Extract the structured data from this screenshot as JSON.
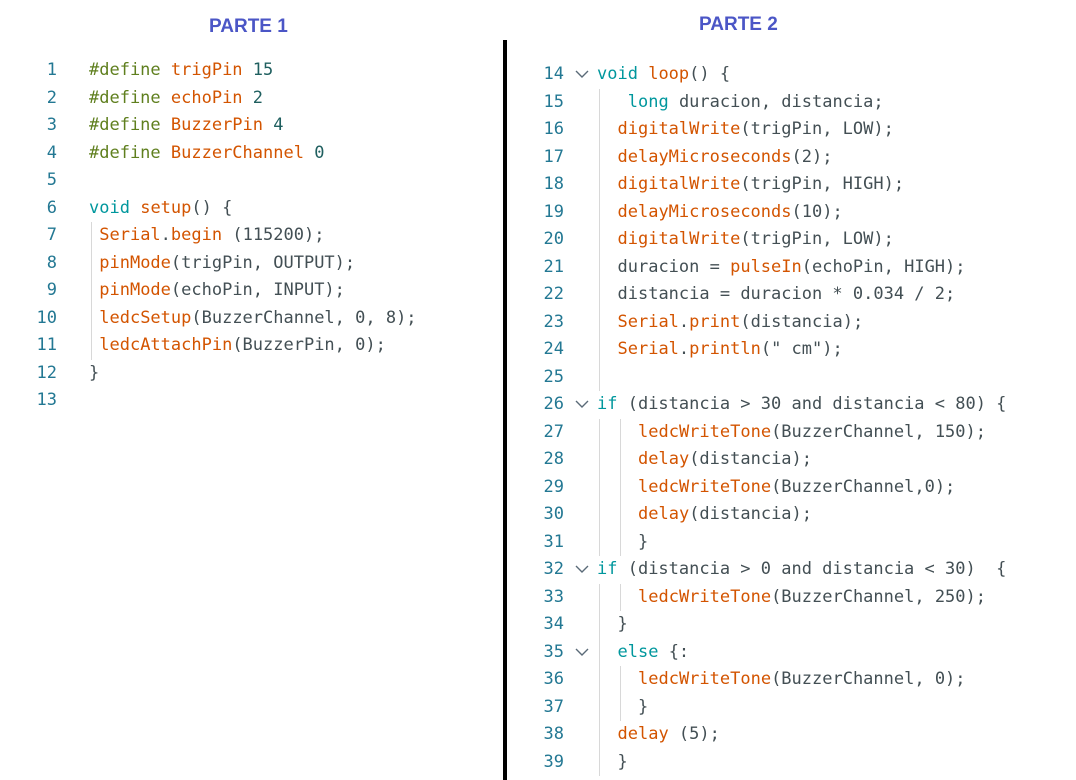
{
  "titles": {
    "part1": "PARTE 1",
    "part2": "PARTE 2"
  },
  "colors": {
    "title": "#4b56c6",
    "line_number": "#237893",
    "directive": "#5f7f1e",
    "function": "#d35400",
    "number": "#1f5f5f",
    "keyword": "#00979d",
    "plain": "#434f54",
    "divider": "#000000"
  },
  "fold_icon": "chevron-down-icon",
  "part1_lines": [
    {
      "n": "1",
      "indent": 0,
      "guides": 0,
      "tokens": [
        [
          "#define ",
          "dir"
        ],
        [
          "trigPin",
          "orange"
        ],
        [
          " 15",
          "num"
        ]
      ]
    },
    {
      "n": "2",
      "indent": 0,
      "guides": 0,
      "tokens": [
        [
          "#define ",
          "dir"
        ],
        [
          "echoPin",
          "orange"
        ],
        [
          " 2",
          "num"
        ]
      ]
    },
    {
      "n": "3",
      "indent": 0,
      "guides": 0,
      "tokens": [
        [
          "#define ",
          "dir"
        ],
        [
          "BuzzerPin",
          "orange"
        ],
        [
          " 4",
          "num"
        ]
      ]
    },
    {
      "n": "4",
      "indent": 0,
      "guides": 0,
      "tokens": [
        [
          "#define ",
          "dir"
        ],
        [
          "BuzzerChannel",
          "orange"
        ],
        [
          " 0",
          "num"
        ]
      ]
    },
    {
      "n": "5",
      "indent": 0,
      "guides": 0,
      "tokens": []
    },
    {
      "n": "6",
      "indent": 0,
      "guides": 0,
      "tokens": [
        [
          "void",
          "kw"
        ],
        [
          " ",
          "plain"
        ],
        [
          "setup",
          "orange"
        ],
        [
          "() {",
          "plain"
        ]
      ]
    },
    {
      "n": "7",
      "indent": 1,
      "guides": 1,
      "tokens": [
        [
          "Serial",
          "orange"
        ],
        [
          ".",
          "plain"
        ],
        [
          "begin",
          "orange"
        ],
        [
          " (115200);",
          "plain"
        ]
      ]
    },
    {
      "n": "8",
      "indent": 1,
      "guides": 1,
      "tokens": [
        [
          "pinMode",
          "orange"
        ],
        [
          "(trigPin, OUTPUT);",
          "plain"
        ]
      ]
    },
    {
      "n": "9",
      "indent": 1,
      "guides": 1,
      "tokens": [
        [
          "pinMode",
          "orange"
        ],
        [
          "(echoPin, INPUT);",
          "plain"
        ]
      ]
    },
    {
      "n": "10",
      "indent": 1,
      "guides": 1,
      "tokens": [
        [
          "ledcSetup",
          "orange"
        ],
        [
          "(BuzzerChannel, 0, 8);",
          "plain"
        ]
      ]
    },
    {
      "n": "11",
      "indent": 1,
      "guides": 1,
      "tokens": [
        [
          "ledcAttachPin",
          "orange"
        ],
        [
          "(BuzzerPin, 0);",
          "plain"
        ]
      ]
    },
    {
      "n": "12",
      "indent": 0,
      "guides": 0,
      "tokens": [
        [
          "}",
          "plain"
        ]
      ]
    },
    {
      "n": "13",
      "indent": 0,
      "guides": 0,
      "tokens": []
    }
  ],
  "part2_lines": [
    {
      "n": "14",
      "fold": true,
      "indent": 0,
      "guides": 0,
      "tokens": [
        [
          "void",
          "kw"
        ],
        [
          " ",
          "plain"
        ],
        [
          "loop",
          "orange"
        ],
        [
          "() {",
          "plain"
        ]
      ]
    },
    {
      "n": "15",
      "fold": false,
      "indent": 3,
      "guides": 1,
      "tokens": [
        [
          "long",
          "kw"
        ],
        [
          " duracion, distancia;",
          "plain"
        ]
      ]
    },
    {
      "n": "16",
      "fold": false,
      "indent": 2,
      "guides": 1,
      "tokens": [
        [
          "digitalWrite",
          "orange"
        ],
        [
          "(trigPin, LOW);",
          "plain"
        ]
      ]
    },
    {
      "n": "17",
      "fold": false,
      "indent": 2,
      "guides": 1,
      "tokens": [
        [
          "delayMicroseconds",
          "orange"
        ],
        [
          "(2);",
          "plain"
        ]
      ]
    },
    {
      "n": "18",
      "fold": false,
      "indent": 2,
      "guides": 1,
      "tokens": [
        [
          "digitalWrite",
          "orange"
        ],
        [
          "(trigPin, HIGH);",
          "plain"
        ]
      ]
    },
    {
      "n": "19",
      "fold": false,
      "indent": 2,
      "guides": 1,
      "tokens": [
        [
          "delayMicroseconds",
          "orange"
        ],
        [
          "(10);",
          "plain"
        ]
      ]
    },
    {
      "n": "20",
      "fold": false,
      "indent": 2,
      "guides": 1,
      "tokens": [
        [
          "digitalWrite",
          "orange"
        ],
        [
          "(trigPin, LOW);",
          "plain"
        ]
      ]
    },
    {
      "n": "21",
      "fold": false,
      "indent": 2,
      "guides": 1,
      "tokens": [
        [
          "duracion = ",
          "plain"
        ],
        [
          "pulseIn",
          "orange"
        ],
        [
          "(echoPin, HIGH);",
          "plain"
        ]
      ]
    },
    {
      "n": "22",
      "fold": false,
      "indent": 2,
      "guides": 1,
      "tokens": [
        [
          "distancia = duracion * 0.034 / 2;",
          "plain"
        ]
      ]
    },
    {
      "n": "23",
      "fold": false,
      "indent": 2,
      "guides": 1,
      "tokens": [
        [
          "Serial",
          "orange"
        ],
        [
          ".",
          "plain"
        ],
        [
          "print",
          "orange"
        ],
        [
          "(distancia);",
          "plain"
        ]
      ]
    },
    {
      "n": "24",
      "fold": false,
      "indent": 2,
      "guides": 1,
      "tokens": [
        [
          "Serial",
          "orange"
        ],
        [
          ".",
          "plain"
        ],
        [
          "println",
          "orange"
        ],
        [
          "(\" cm\");",
          "plain"
        ]
      ]
    },
    {
      "n": "25",
      "fold": false,
      "indent": 0,
      "guides": 1,
      "tokens": []
    },
    {
      "n": "26",
      "fold": true,
      "indent": 0,
      "guides": 0,
      "tokens": [
        [
          "if",
          "kw"
        ],
        [
          " (distancia > 30 and distancia < 80) {",
          "plain"
        ]
      ]
    },
    {
      "n": "27",
      "fold": false,
      "indent": 4,
      "guides": 2,
      "tokens": [
        [
          "ledcWriteTone",
          "orange"
        ],
        [
          "(BuzzerChannel, 150);",
          "plain"
        ]
      ]
    },
    {
      "n": "28",
      "fold": false,
      "indent": 4,
      "guides": 2,
      "tokens": [
        [
          "delay",
          "orange"
        ],
        [
          "(distancia);",
          "plain"
        ]
      ]
    },
    {
      "n": "29",
      "fold": false,
      "indent": 4,
      "guides": 2,
      "tokens": [
        [
          "ledcWriteTone",
          "orange"
        ],
        [
          "(BuzzerChannel,0);",
          "plain"
        ]
      ]
    },
    {
      "n": "30",
      "fold": false,
      "indent": 4,
      "guides": 2,
      "tokens": [
        [
          "delay",
          "orange"
        ],
        [
          "(distancia);",
          "plain"
        ]
      ]
    },
    {
      "n": "31",
      "fold": false,
      "indent": 4,
      "guides": 2,
      "tokens": [
        [
          "}",
          "plain"
        ]
      ]
    },
    {
      "n": "32",
      "fold": true,
      "indent": 0,
      "guides": 0,
      "tokens": [
        [
          "if",
          "kw"
        ],
        [
          " (distancia > 0 and distancia < 30)  {",
          "plain"
        ]
      ]
    },
    {
      "n": "33",
      "fold": false,
      "indent": 4,
      "guides": 2,
      "tokens": [
        [
          "ledcWriteTone",
          "orange"
        ],
        [
          "(BuzzerChannel, 250);",
          "plain"
        ]
      ]
    },
    {
      "n": "34",
      "fold": false,
      "indent": 2,
      "guides": 1,
      "tokens": [
        [
          "}",
          "plain"
        ]
      ]
    },
    {
      "n": "35",
      "fold": true,
      "indent": 2,
      "guides": 1,
      "tokens": [
        [
          "else",
          "kw"
        ],
        [
          " {:",
          "plain"
        ]
      ]
    },
    {
      "n": "36",
      "fold": false,
      "indent": 4,
      "guides": 2,
      "tokens": [
        [
          "ledcWriteTone",
          "orange"
        ],
        [
          "(BuzzerChannel, 0);",
          "plain"
        ]
      ]
    },
    {
      "n": "37",
      "fold": false,
      "indent": 4,
      "guides": 2,
      "tokens": [
        [
          "}",
          "plain"
        ]
      ]
    },
    {
      "n": "38",
      "fold": false,
      "indent": 2,
      "guides": 1,
      "tokens": [
        [
          "delay",
          "orange"
        ],
        [
          " (5);",
          "plain"
        ]
      ]
    },
    {
      "n": "39",
      "fold": false,
      "indent": 2,
      "guides": 1,
      "tokens": [
        [
          "}",
          "plain"
        ]
      ]
    }
  ]
}
